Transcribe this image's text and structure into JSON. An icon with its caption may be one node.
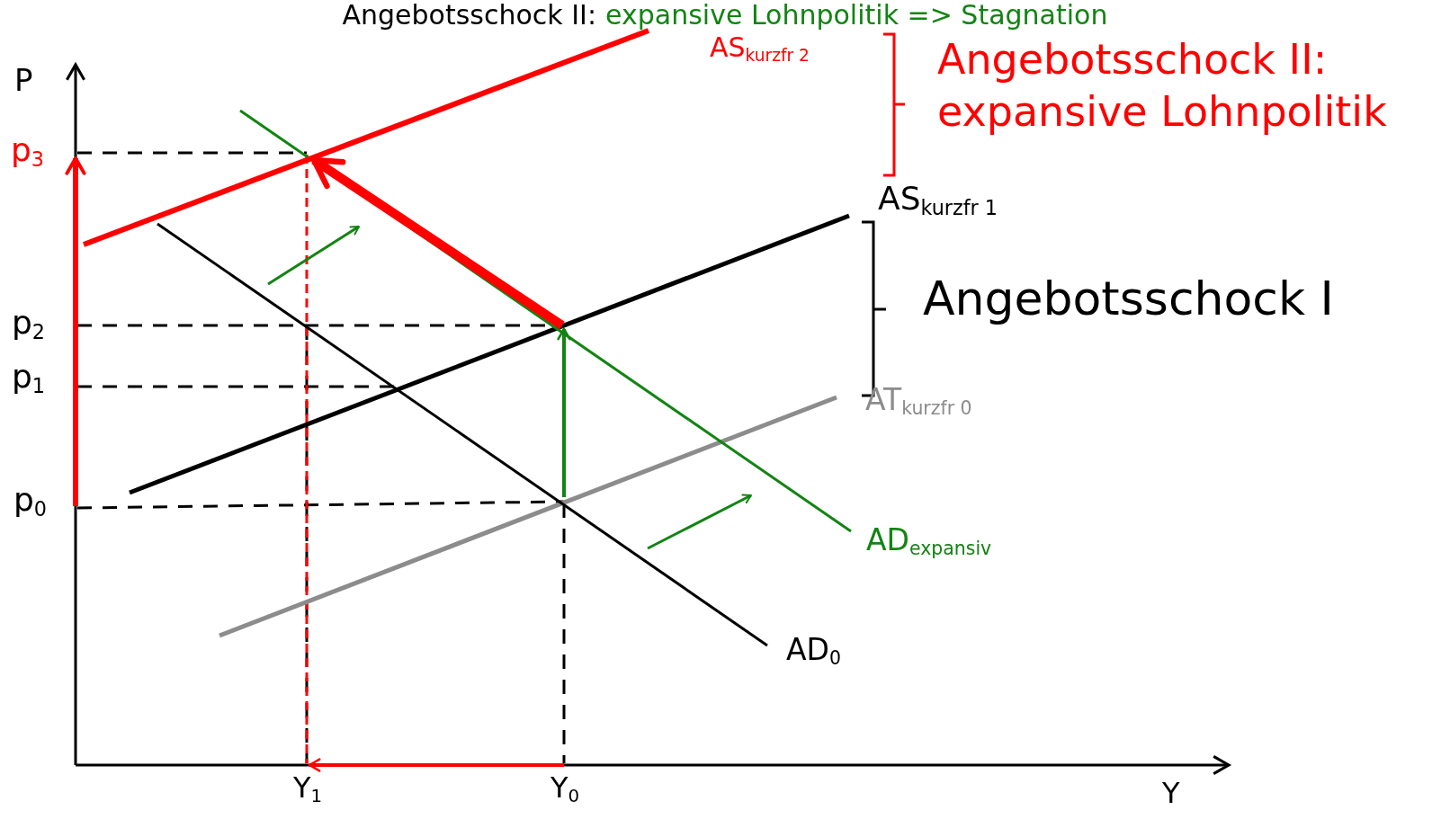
{
  "diagram": {
    "title": "Angebotsschock II:",
    "labels": [
      "expansive Lohnpolitik => Stagnation",
      "AS$_{kurzfr 2}$",
      "Angebotsschock II: expansive Lohnpolitik",
      "P",
      "p$_{3}$",
      "AS$_{kurzfr 1}$",
      "Angebotsschock I",
      "p$_{2}$",
      "p$_{1}$",
      "AT$_{kurzfr 0}$",
      "p$_{0}$",
      "AD$_{expansiv}$",
      "AD$_{0}$",
      "Y$_{1}$",
      "Y$_{0}$",
      "Y"
    ]
  }
}
